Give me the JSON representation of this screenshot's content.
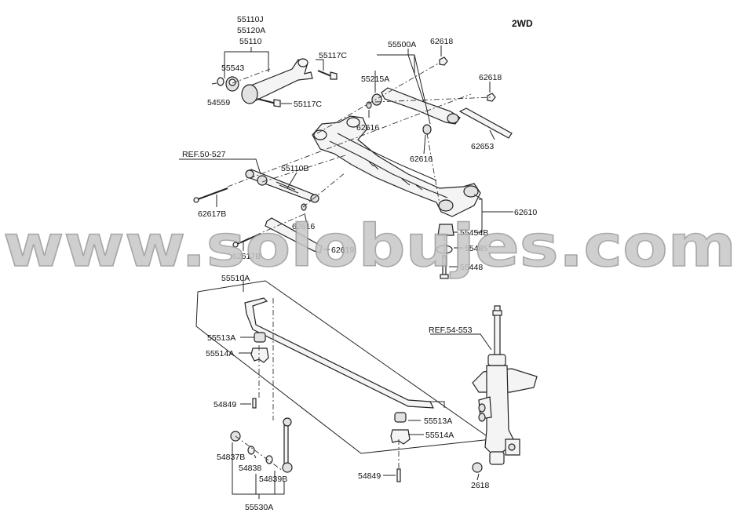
{
  "variant_label": "2WD",
  "watermark": "www.solobujes.com",
  "labels": {
    "p55110J": "55110J",
    "p55120A": "55120A",
    "p55110": "55110",
    "p55543": "55543",
    "p54559": "54559",
    "p55117C_top": "55117C",
    "p55117C_bot": "55117C",
    "p55500A": "55500A",
    "p62618_a": "62618",
    "p62618_b": "62618",
    "p55215A": "55215A",
    "p62616_a": "62616",
    "p62616_b": "62616",
    "p62616_c": "62616",
    "p62653": "62653",
    "ref50527": "REF.50-527",
    "p55110B": "55110B",
    "p62617B_a": "62617B",
    "p62617B_b": "62617B",
    "p62610": "62610",
    "p55454B": "55454B",
    "p55485": "55485",
    "p62619": "62619",
    "p55448": "55448",
    "p55510A": "55510A",
    "p55513A_a": "55513A",
    "p55514A_a": "55514A",
    "p55513A_b": "55513A",
    "p55514A_b": "55514A",
    "p54849_a": "54849",
    "p54849_b": "54849",
    "p54837B": "54837B",
    "p54838": "54838",
    "p54839B": "54839B",
    "p55530A": "55530A",
    "ref54553": "REF.54-553",
    "p2618": "2618"
  }
}
